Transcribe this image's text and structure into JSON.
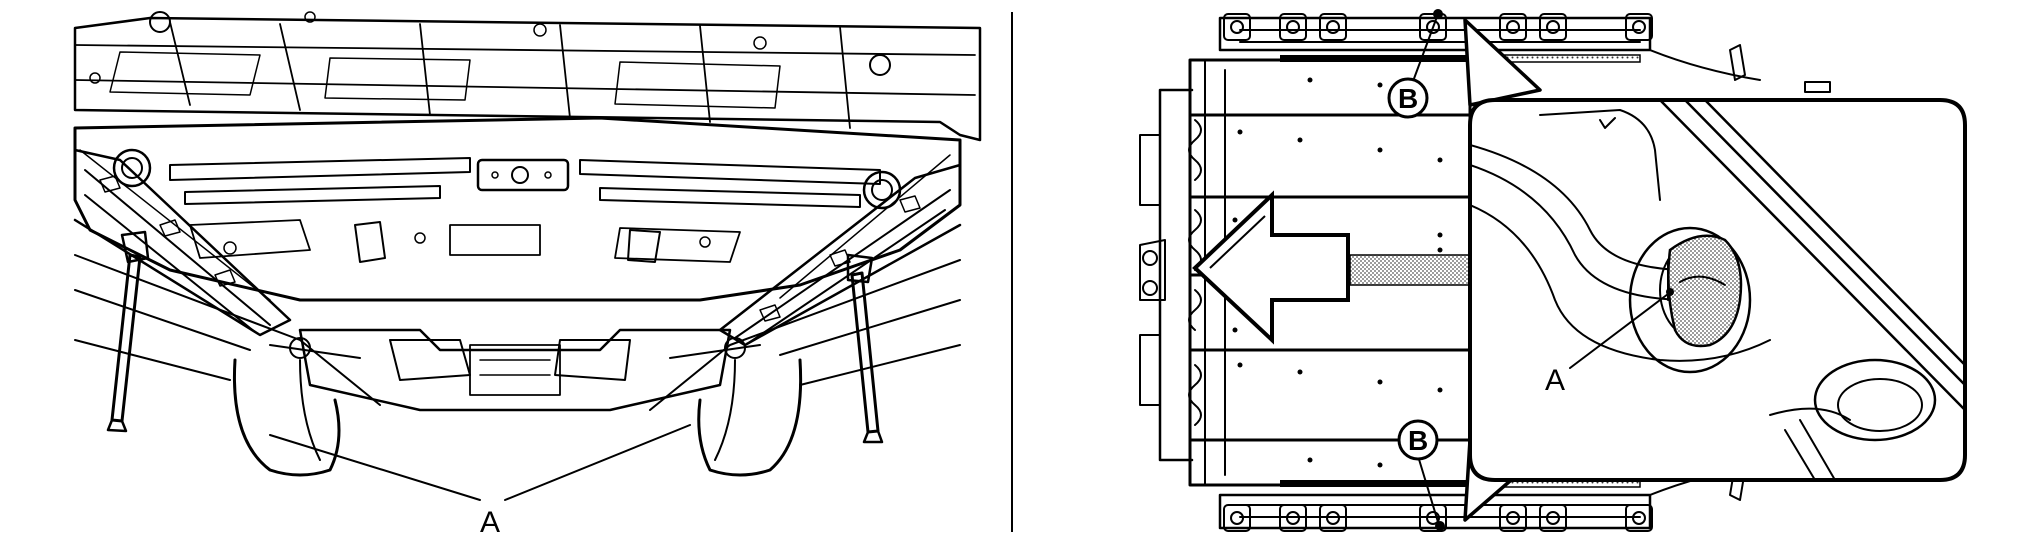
{
  "left_view": {
    "label_a": "A"
  },
  "right_view": {
    "label_a": "A",
    "label_b_top": "B",
    "label_b_bottom": "B"
  },
  "colors": {
    "ink": "#000000",
    "paper": "#ffffff",
    "stipple": "#9a9a9a"
  }
}
